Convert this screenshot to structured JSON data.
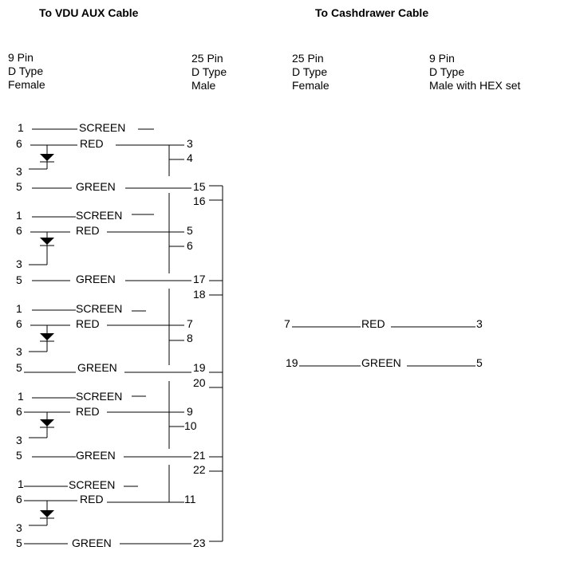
{
  "headings": {
    "vdu": "To VDU AUX  Cable",
    "cash": "To Cashdrawer Cable"
  },
  "connectors": {
    "c1": [
      "9 Pin",
      "D Type",
      "Female"
    ],
    "c2": [
      "25 Pin",
      "D Type",
      "Male"
    ],
    "c3": [
      "25 Pin",
      "D Type",
      "Female"
    ],
    "c4": [
      "9 Pin",
      "D Type",
      "Male with HEX set"
    ]
  },
  "wire_labels": {
    "screen": "SCREEN",
    "red": "RED",
    "green": "GREEN"
  },
  "vdu_groups": [
    {
      "pins9": [
        "1",
        "6",
        "3",
        "5"
      ],
      "pins25": [
        "3",
        "4",
        "15",
        "16"
      ]
    },
    {
      "pins9": [
        "1",
        "6",
        "3",
        "5"
      ],
      "pins25": [
        "5",
        "6",
        "17",
        "18"
      ]
    },
    {
      "pins9": [
        "1",
        "6",
        "3",
        "5"
      ],
      "pins25": [
        "7",
        "8",
        "19",
        "20"
      ]
    },
    {
      "pins9": [
        "1",
        "6",
        "3",
        "5"
      ],
      "pins25": [
        "9",
        "10",
        "21",
        "22"
      ]
    },
    {
      "pins9": [
        "1",
        "6",
        "3",
        "5"
      ],
      "pins25": [
        "11",
        "23"
      ]
    }
  ],
  "cash_wires": [
    {
      "from": "7",
      "label": "RED",
      "to": "3"
    },
    {
      "from": "19",
      "label": "GREEN",
      "to": "5"
    }
  ]
}
